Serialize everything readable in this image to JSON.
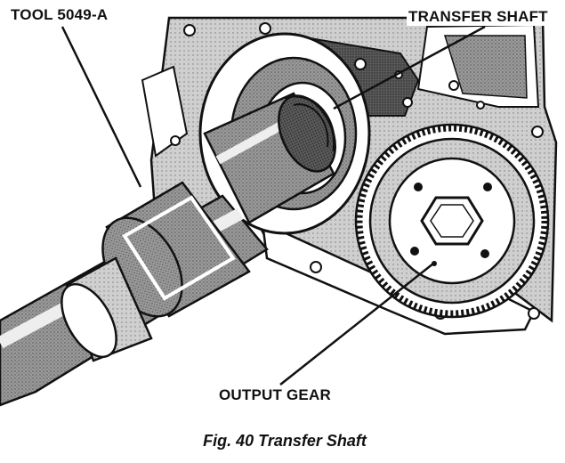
{
  "labels": {
    "tool": "TOOL 5049-A",
    "transfer_shaft": "TRANSFER SHAFT",
    "output_gear": "OUTPUT GEAR"
  },
  "caption": "Fig. 40 Transfer Shaft",
  "colors": {
    "ink": "#111111",
    "paper": "#ffffff",
    "shade": "#8a8a8a",
    "dark": "#2a2a2a"
  }
}
